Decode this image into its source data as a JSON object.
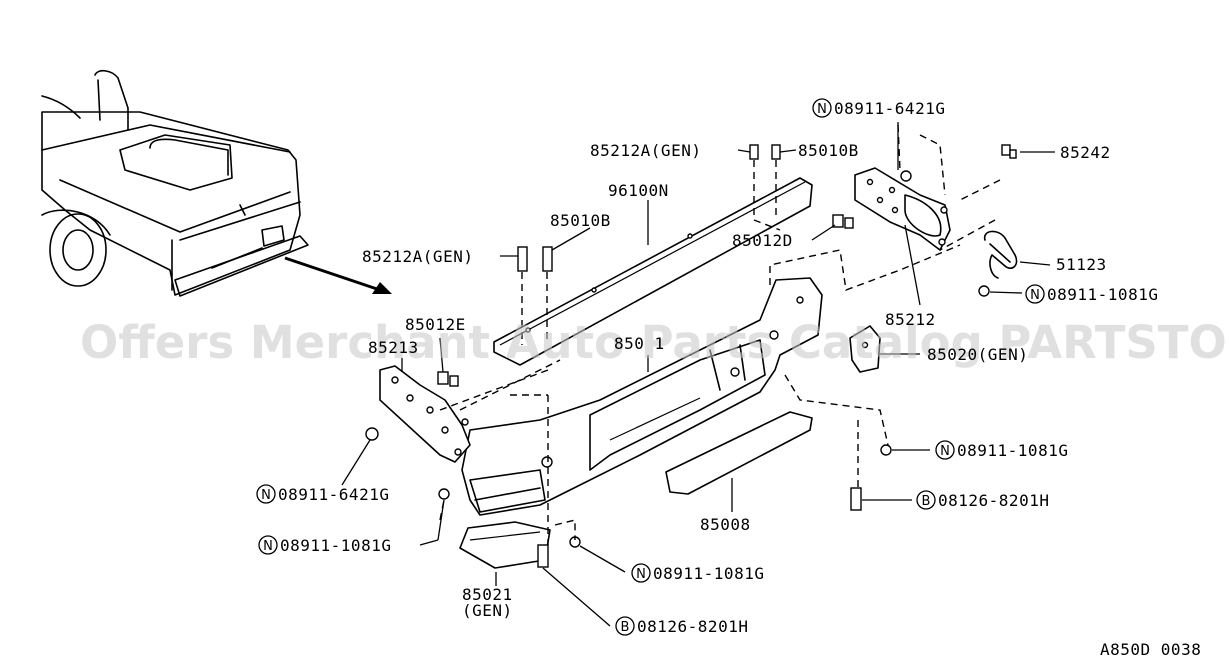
{
  "watermark": "Offers Merchant Auto Parts Catalog PARTSTORE.SA",
  "diagram_code": "A850D 0038",
  "fastener_prefix": {
    "nut": "N",
    "bolt": "B"
  },
  "labels": {
    "n_08911_6421G_top": "08911-6421G",
    "p_85212A_gen_top": "85212A(GEN)",
    "p_85010B_top": "85010B",
    "p_85242": "85242",
    "p_96100N": "96100N",
    "p_85010B_mid": "85010B",
    "p_85012D": "85012D",
    "p_51123": "51123",
    "p_85212A_gen_mid": "85212A(GEN)",
    "n_08911_1081G_right": "08911-1081G",
    "p_85012E": "85012E",
    "p_85212": "85212",
    "p_85213": "85213",
    "p_85011": "850 1",
    "p_85020_gen": "85020(GEN)",
    "n_08911_1081G_mid_right": "08911-1081G",
    "n_08911_6421G_left": "08911-6421G",
    "b_08126_8201H_right": "08126-8201H",
    "p_85008": "85008",
    "n_08911_1081G_left": "08911-1081G",
    "n_08911_1081G_bottom": "08911-1081G",
    "p_85021_num": "85021",
    "p_85021_gen": "(GEN)",
    "b_08126_8201H_bottom": "08126-8201H"
  }
}
